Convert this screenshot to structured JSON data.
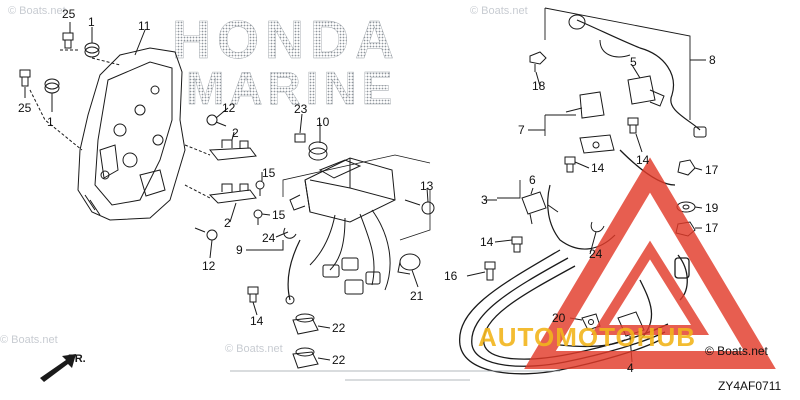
{
  "header": {
    "brand_line1": "HONDA",
    "brand_line2": "MARINE"
  },
  "callouts": [
    {
      "id": "c25a",
      "label": "25"
    },
    {
      "id": "c1a",
      "label": "1"
    },
    {
      "id": "c11",
      "label": "11"
    },
    {
      "id": "c25b",
      "label": "25"
    },
    {
      "id": "c1b",
      "label": "1"
    },
    {
      "id": "c12a",
      "label": "12"
    },
    {
      "id": "c2a",
      "label": "2"
    },
    {
      "id": "c15a",
      "label": "15"
    },
    {
      "id": "c2b",
      "label": "2"
    },
    {
      "id": "c15b",
      "label": "15"
    },
    {
      "id": "c12b",
      "label": "12"
    },
    {
      "id": "c23",
      "label": "23"
    },
    {
      "id": "c10",
      "label": "10"
    },
    {
      "id": "c13",
      "label": "13"
    },
    {
      "id": "c24a",
      "label": "24"
    },
    {
      "id": "c9",
      "label": "9"
    },
    {
      "id": "c21",
      "label": "21"
    },
    {
      "id": "c14a",
      "label": "14"
    },
    {
      "id": "c22a",
      "label": "22"
    },
    {
      "id": "c22b",
      "label": "22"
    },
    {
      "id": "c8",
      "label": "8"
    },
    {
      "id": "c18",
      "label": "18"
    },
    {
      "id": "c5",
      "label": "5"
    },
    {
      "id": "c7",
      "label": "7"
    },
    {
      "id": "c14b",
      "label": "14"
    },
    {
      "id": "c14c",
      "label": "14"
    },
    {
      "id": "c17a",
      "label": "17"
    },
    {
      "id": "c3",
      "label": "3"
    },
    {
      "id": "c6",
      "label": "6"
    },
    {
      "id": "c19",
      "label": "19"
    },
    {
      "id": "c17b",
      "label": "17"
    },
    {
      "id": "c14d",
      "label": "14"
    },
    {
      "id": "c24b",
      "label": "24"
    },
    {
      "id": "c16",
      "label": "16"
    },
    {
      "id": "c20",
      "label": "20"
    },
    {
      "id": "c4",
      "label": "4"
    }
  ],
  "watermarks": {
    "boats_net": "© Boats.net",
    "automotohub": "AUTOMOTOHUB"
  },
  "footer": {
    "direction_label": "FR.",
    "diagram_code": "ZY4AF0711"
  },
  "colors": {
    "line": "#1a1a1a",
    "brand_dots": "#9aa0a6",
    "watermark_red": "#e23a2a",
    "watermark_yellow": "#f2b51c",
    "watermark_gray": "#c8ccd2"
  }
}
